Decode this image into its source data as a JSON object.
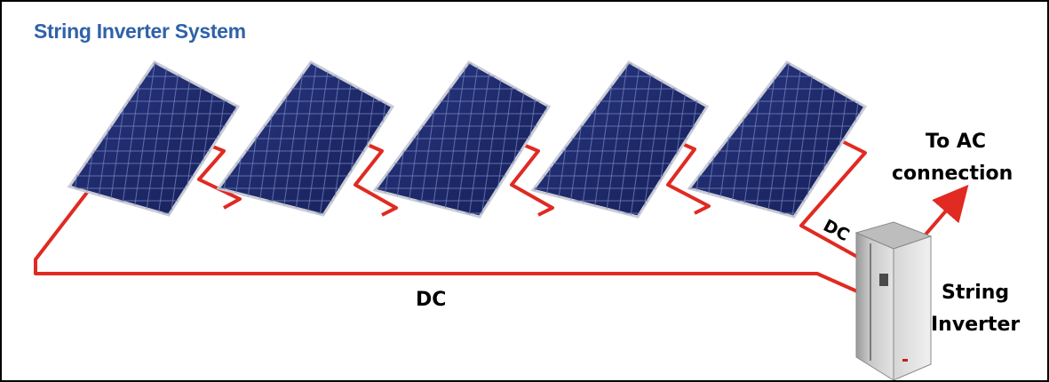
{
  "title": "String Inverter System",
  "labels": {
    "dc_main": "DC",
    "dc_short": "DC",
    "ac_line1": "To AC",
    "ac_line2": "connection",
    "inverter_line1": "String",
    "inverter_line2": "Inverter"
  },
  "panel_count": 5,
  "colors": {
    "title": "#2f62a8",
    "wire": "#e02a22",
    "panel": "#1f2a6b",
    "panel_grid": "#6f7fb8",
    "panel_frame": "#c9ccd6",
    "inverter_front": "#d9d9d9",
    "inverter_side": "#b3b3b3"
  }
}
